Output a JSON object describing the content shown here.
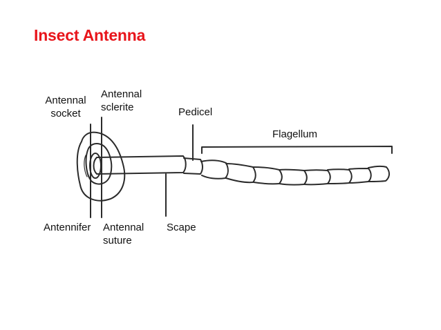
{
  "title": "Insect Antenna",
  "colors": {
    "title": "#e8151b",
    "ink": "#2a2a2a",
    "background": "#ffffff"
  },
  "labels": {
    "antennal_socket": "Antennal\nsocket",
    "antennal_sclerite": "Antennal\nsclerite",
    "pedicel": "Pedicel",
    "flagellum": "Flagellum",
    "antennifer": "Antennifer",
    "antennal_suture": "Antennal\nsuture",
    "scape": "Scape"
  }
}
